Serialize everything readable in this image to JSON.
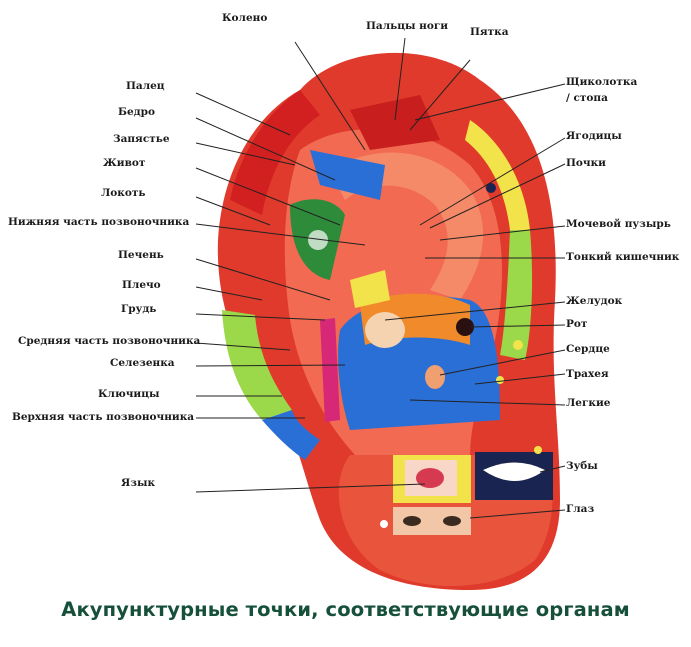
{
  "caption": "Акупунктурные точки, соответствующие органам",
  "colors": {
    "ear_outer": "#e03a2c",
    "ear_inner": "#e8553c",
    "ear_skin": "#f26a52",
    "ear_highlight": "#f7a07a",
    "zone_yellow": "#f2e34a",
    "zone_green": "#9bd84a",
    "zone_blue": "#2a6fd6",
    "zone_magenta": "#d62876",
    "zone_dark_red": "#c81e1e",
    "zone_orange": "#f08a2a",
    "caption_color": "#16503a"
  },
  "labels": {
    "koleno": "Колено",
    "paltsy_nogi": "Пальцы ноги",
    "pyatka": "Пятка",
    "shchikolotka": "Щиколотка",
    "stopa": "/ стопа",
    "palets": "Палец",
    "bedro": "Бедро",
    "zapyastye": "Запястье",
    "zhivot": "Живот",
    "lokot": "Локоть",
    "nizh_pozv": "Нижняя часть позвоночника",
    "pechen": "Печень",
    "plecho": "Плечо",
    "grud": "Грудь",
    "sred_pozv": "Средняя часть позвоночника",
    "selezenka": "Селезенка",
    "klyuchitsy": "Ключицы",
    "verh_pozv": "Верхняя часть позвоночника",
    "yazyk": "Язык",
    "yagoditsy": "Ягодицы",
    "pochki": "Почки",
    "mochevoy": "Мочевой пузырь",
    "tonkiy": "Тонкий кишечник",
    "zheludok": "Желудок",
    "rot": "Рот",
    "serdtse": "Сердце",
    "traheya": "Трахея",
    "legkie": "Легкие",
    "zuby": "Зубы",
    "glaz": "Глаз"
  }
}
